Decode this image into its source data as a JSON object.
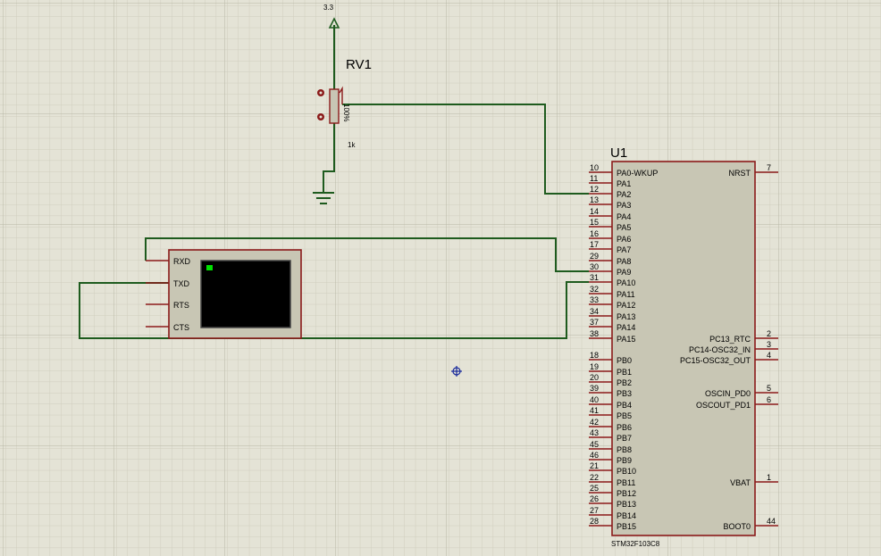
{
  "power": {
    "voltage": "3.3"
  },
  "potentiometer": {
    "designator": "RV1",
    "value": "1k",
    "position": "100%"
  },
  "terminal": {
    "pins": [
      "RXD",
      "TXD",
      "RTS",
      "CTS"
    ]
  },
  "mcu": {
    "designator": "U1",
    "part": "STM32F103C8",
    "left_pins": [
      {
        "num": "10",
        "name": "PA0-WKUP"
      },
      {
        "num": "11",
        "name": "PA1"
      },
      {
        "num": "12",
        "name": "PA2"
      },
      {
        "num": "13",
        "name": "PA3"
      },
      {
        "num": "14",
        "name": "PA4"
      },
      {
        "num": "15",
        "name": "PA5"
      },
      {
        "num": "16",
        "name": "PA6"
      },
      {
        "num": "17",
        "name": "PA7"
      },
      {
        "num": "29",
        "name": "PA8"
      },
      {
        "num": "30",
        "name": "PA9"
      },
      {
        "num": "31",
        "name": "PA10"
      },
      {
        "num": "32",
        "name": "PA11"
      },
      {
        "num": "33",
        "name": "PA12"
      },
      {
        "num": "34",
        "name": "PA13"
      },
      {
        "num": "37",
        "name": "PA14"
      },
      {
        "num": "38",
        "name": "PA15"
      },
      {
        "num": "18",
        "name": "PB0"
      },
      {
        "num": "19",
        "name": "PB1"
      },
      {
        "num": "20",
        "name": "PB2"
      },
      {
        "num": "39",
        "name": "PB3"
      },
      {
        "num": "40",
        "name": "PB4"
      },
      {
        "num": "41",
        "name": "PB5"
      },
      {
        "num": "42",
        "name": "PB6"
      },
      {
        "num": "43",
        "name": "PB7"
      },
      {
        "num": "45",
        "name": "PB8"
      },
      {
        "num": "46",
        "name": "PB9"
      },
      {
        "num": "21",
        "name": "PB10"
      },
      {
        "num": "22",
        "name": "PB11"
      },
      {
        "num": "25",
        "name": "PB12"
      },
      {
        "num": "26",
        "name": "PB13"
      },
      {
        "num": "27",
        "name": "PB14"
      },
      {
        "num": "28",
        "name": "PB15"
      }
    ],
    "right_pins": [
      {
        "num": "7",
        "name": "NRST"
      },
      {
        "num": "2",
        "name": "PC13_RTC"
      },
      {
        "num": "3",
        "name": "PC14-OSC32_IN"
      },
      {
        "num": "4",
        "name": "PC15-OSC32_OUT"
      },
      {
        "num": "5",
        "name": "OSCIN_PD0"
      },
      {
        "num": "6",
        "name": "OSCOUT_PD1"
      },
      {
        "num": "1",
        "name": "VBAT"
      },
      {
        "num": "44",
        "name": "BOOT0"
      }
    ]
  },
  "colors": {
    "background": "#e4e3d6",
    "grid": "#cfcebe",
    "wire": "#1e5b1e",
    "component": "#8b1a1a",
    "body_fill": "#c8c6b4",
    "screen": "#000000",
    "cursor_led": "#00e000",
    "crosshair": "#1a2b9c"
  }
}
